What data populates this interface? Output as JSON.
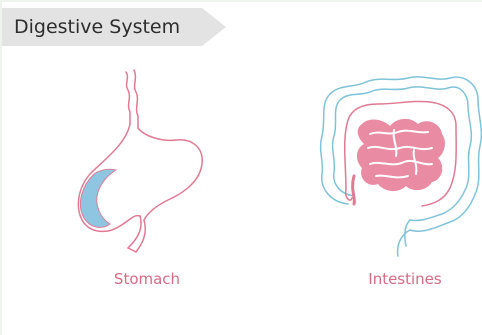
{
  "title": "Digestive System",
  "organs": [
    {
      "label": "Stomach",
      "icon": "stomach-icon"
    },
    {
      "label": "Intestines",
      "icon": "intestines-icon"
    }
  ],
  "colors": {
    "outline_pink": "#e07a93",
    "fill_pink": "#e98ba3",
    "outline_blue": "#7fc3d9",
    "fill_blue": "#8ec5e0",
    "label_pink": "#d46c84",
    "tag_gray": "#e3e3e3"
  }
}
